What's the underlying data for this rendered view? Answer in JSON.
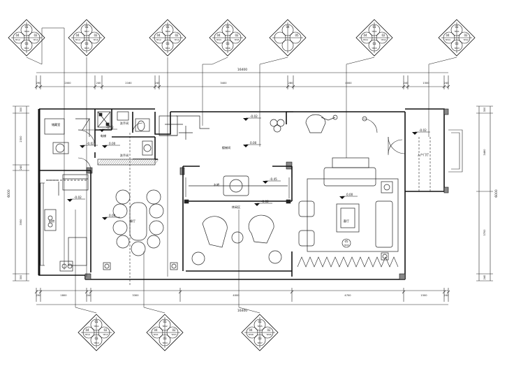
{
  "rooms": {
    "storage": "储藏室",
    "lift": "电梯",
    "wash": "洗手间",
    "kitchen": "厨房",
    "dining": "餐厅",
    "stair": "楼梯间",
    "water_bar": "水吧",
    "leisure": "休闲区",
    "living": "客厅",
    "foyer": "入户门厅"
  },
  "levels": {
    "storage": "-0.02",
    "wash": "-0.02",
    "dining_door": "0.00",
    "kitchen": "-0.02",
    "dining": "0.00",
    "stair": "-0.02",
    "stair_landing": "0.00",
    "water_bar": "-0.45",
    "leisure": "-0.02",
    "living": "0.00",
    "foyer": "-0.02"
  },
  "dimensions": {
    "top_segments": [
      "290",
      "2000",
      "240",
      "2160",
      "240",
      "3400",
      "280",
      "4000",
      "240",
      "1500",
      "240"
    ],
    "top_total": "16400",
    "bottom_segments": [
      "290",
      "1800",
      "240",
      "3300",
      "4000",
      "4700",
      "1500",
      "240"
    ],
    "bottom_total": "16400",
    "left": [
      "300",
      "2300",
      "240",
      "3950",
      "300"
    ],
    "left_total": "6000",
    "right": [
      "300",
      "3460",
      "3700",
      "240"
    ],
    "right_total": "6000"
  },
  "elevation_tags": [
    {
      "q": [
        "01",
        "02",
        "03",
        "04"
      ],
      "codes": [
        "YE09",
        "YE10",
        "YE11",
        "YE12"
      ]
    },
    {
      "q": [
        "01",
        "02",
        "03",
        "04"
      ],
      "codes": [
        "YE17",
        "YE16",
        "YE15",
        "YE14"
      ]
    },
    {
      "q": [
        "01",
        "02",
        "03",
        "04"
      ],
      "codes": [
        "YE09",
        "YE10",
        "YE11",
        "YE12"
      ]
    },
    {
      "q": [
        "01",
        "02",
        "03",
        "04"
      ],
      "codes": [
        "YE04",
        "YE05",
        "YE06",
        "YE03"
      ]
    },
    {
      "q": [
        "04",
        "05",
        "",
        ""
      ],
      "codes": [
        "",
        "",
        "",
        ""
      ]
    },
    {
      "q": [
        "01",
        "02",
        "03",
        "04"
      ],
      "codes": [
        "YE01",
        "YE02",
        "YE03",
        "YE04"
      ]
    },
    {
      "q": [
        "01",
        "02",
        "03",
        "04"
      ],
      "codes": [
        "YE01",
        "YE02",
        "YE03",
        "YE04"
      ]
    },
    {
      "q": [
        "01",
        "02",
        "03",
        "04"
      ],
      "codes": [
        "YE11",
        "YE12",
        "YE13",
        "YE10"
      ]
    },
    {
      "q": [
        "01",
        "02",
        "03",
        "04"
      ],
      "codes": [
        "YE02",
        "YE03",
        "YE04",
        "YE01"
      ]
    },
    {
      "q": [
        "01",
        "02",
        "03",
        "04"
      ],
      "codes": [
        "YE05",
        "YE06",
        "YE07",
        "YE08"
      ]
    }
  ],
  "living_tag": {
    "q": "05",
    "code": "YE05"
  }
}
